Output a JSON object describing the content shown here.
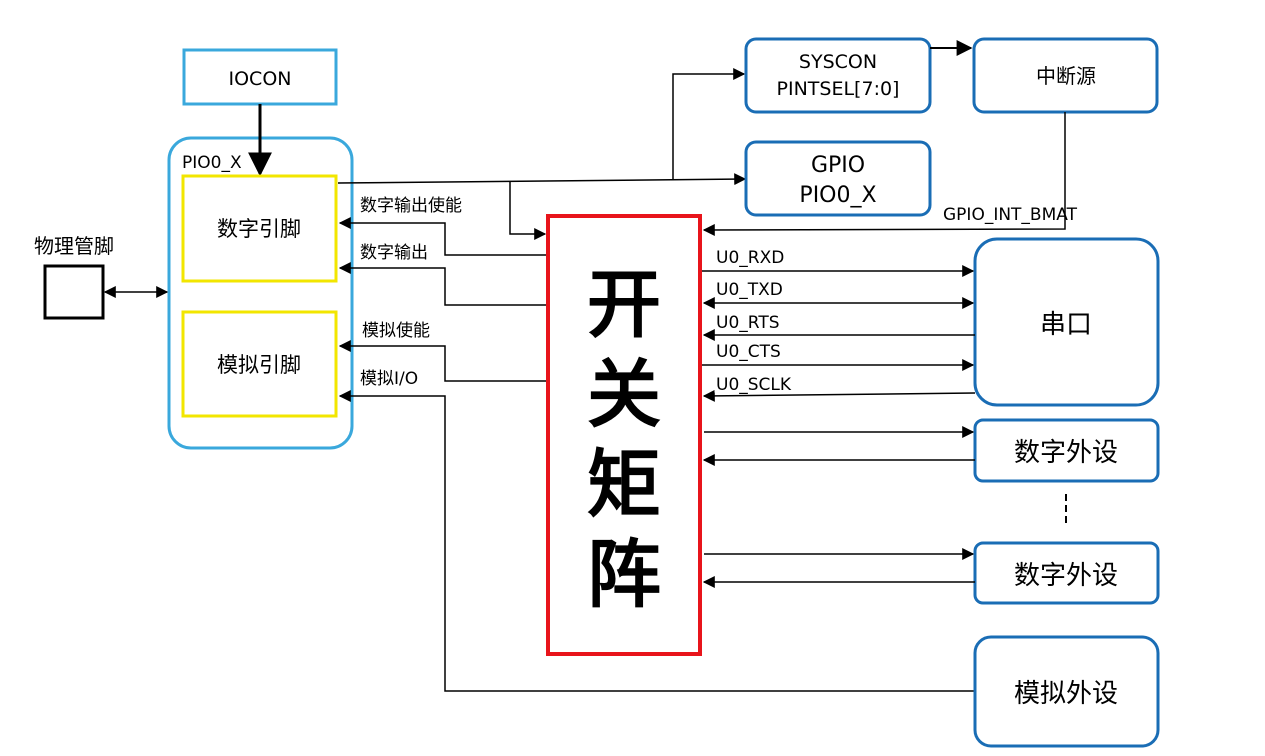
{
  "labels": {
    "iocon": "IOCON",
    "pio0_x_group": "PIO0_X",
    "physical_pin": "物理管脚",
    "digital_pin": "数字引脚",
    "analog_pin": "模拟引脚",
    "digital_out_enable": "数字输出使能",
    "digital_out": "数字输出",
    "analog_enable": "模拟使能",
    "analog_io": "模拟I/O",
    "syscon_line1": "SYSCON",
    "syscon_line2": "PINTSEL[7:0]",
    "interrupt_source": "中断源",
    "gpio_line1": "GPIO",
    "gpio_line2": "PIO0_X",
    "gpio_int_bmat": "GPIO_INT_BMAT",
    "switch_matrix": [
      "开",
      "关",
      "矩",
      "阵"
    ],
    "u0_rxd": "U0_RXD",
    "u0_txd": "U0_TXD",
    "u0_rts": "U0_RTS",
    "u0_cts": "U0_CTS",
    "u0_sclk": "U0_SCLK",
    "uart": "串口",
    "digital_peripheral_1": "数字外设",
    "digital_peripheral_2": "数字外设",
    "analog_peripheral": "模拟外设"
  },
  "colors": {
    "light_blue": "#3aa8dc",
    "dark_blue": "#1a6db5",
    "yellow": "#f2e600",
    "red": "#e8141b",
    "black": "#000000"
  }
}
